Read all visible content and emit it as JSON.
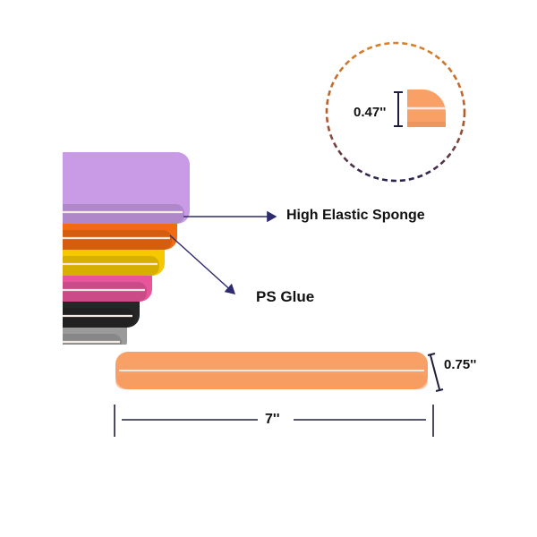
{
  "callouts": {
    "sponge": "High Elastic Sponge",
    "glue": "PS Glue"
  },
  "dimensions": {
    "thickness": "0.47''",
    "width": "0.75''",
    "length": "7''"
  },
  "colors": {
    "file_stack": [
      "#c99be6",
      "#f26a13",
      "#f5c800",
      "#e8559b",
      "#262626",
      "#9a9a9a",
      "#2b8be8"
    ],
    "sample_file": "#f9a066",
    "glue_core": "#f4ece4",
    "pointer_line": "#2e2a6e",
    "dashed_circle_top": "#d9822b",
    "dashed_circle_bottom": "#2a2150",
    "dimension_line": "#1e1e3c"
  }
}
